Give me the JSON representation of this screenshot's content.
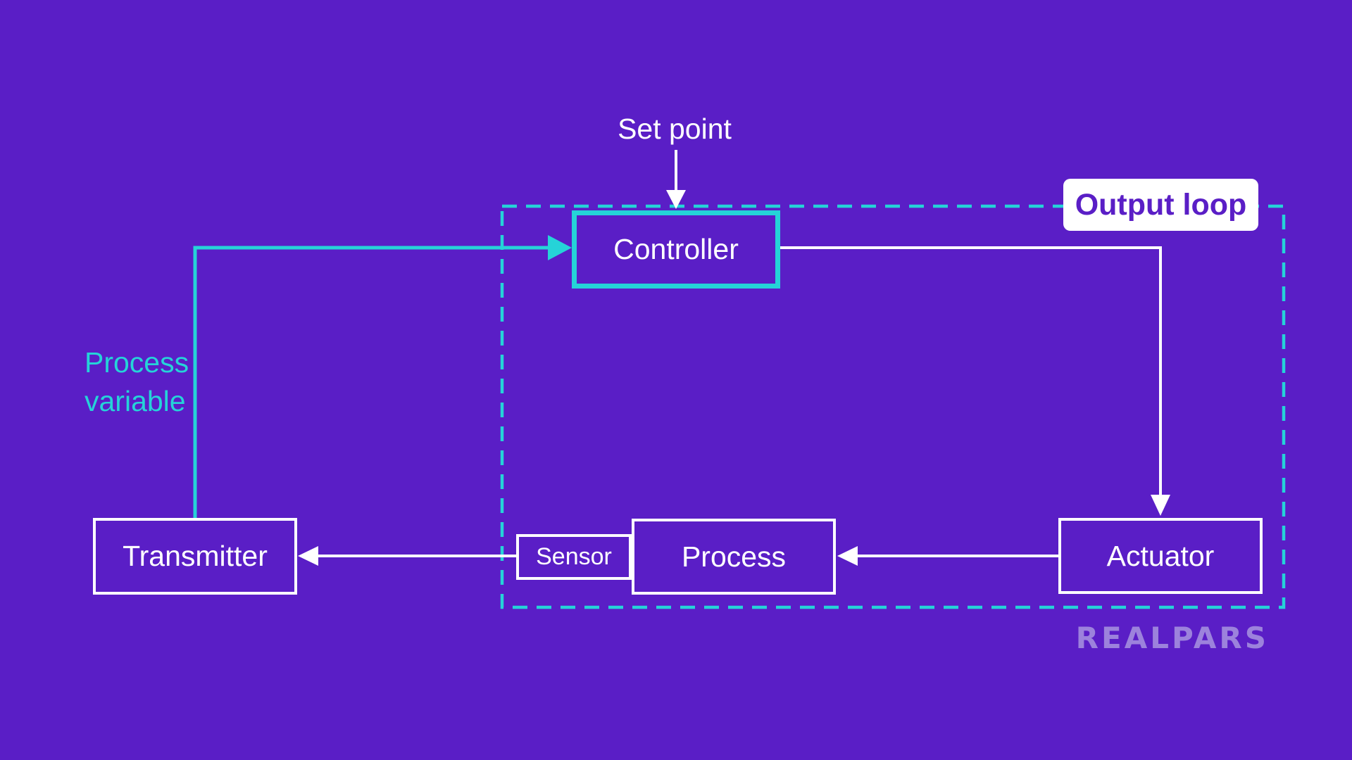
{
  "colors": {
    "background": "#5a1ec6",
    "cyan": "#25d3d8",
    "white": "#ffffff",
    "label-text": "#5a1ec6",
    "logo": "#9c82dc"
  },
  "diagram": {
    "set_point_label": "Set point",
    "process_variable_label": "Process\nvariable",
    "output_loop_label": "Output loop",
    "nodes": {
      "controller": "Controller",
      "transmitter": "Transmitter",
      "sensor": "Sensor",
      "process": "Process",
      "actuator": "Actuator"
    },
    "logo_text": "REALPARS"
  }
}
